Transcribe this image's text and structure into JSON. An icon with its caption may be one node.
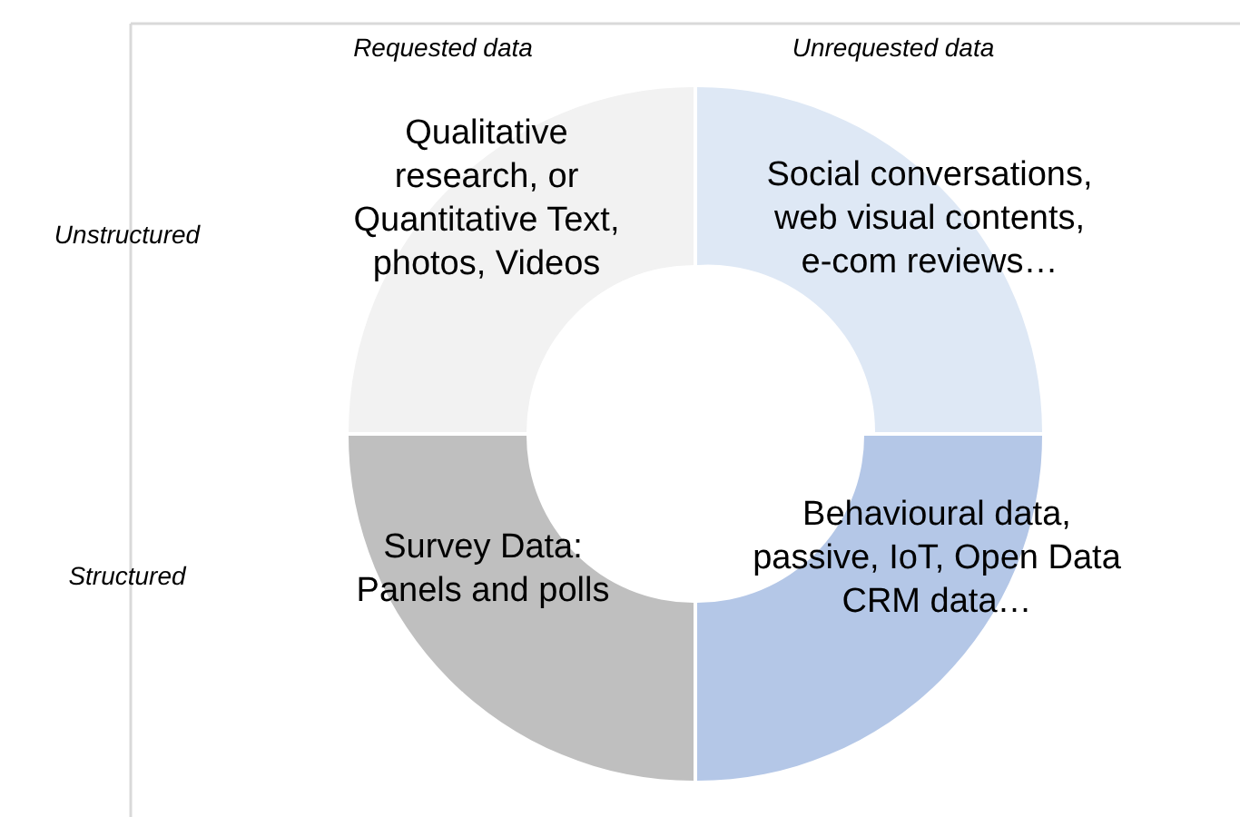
{
  "diagram": {
    "nodes": [
      {
        "text": [
          "Qualitative research, or Quantitative Text, photos, Videos"
        ]
      },
      {
        "text": [
          "Social conversations, web visual contents, e-com reviews…"
        ]
      },
      {
        "text": [
          "Survey Data: Panels and polls"
        ]
      },
      {
        "text": [
          "Behavioural data, passive, IoT, Open Data CRM data…"
        ]
      }
    ],
    "labels": [
      "Requested data",
      "Unrequested data",
      "Unstructured",
      "Structured"
    ]
  }
}
